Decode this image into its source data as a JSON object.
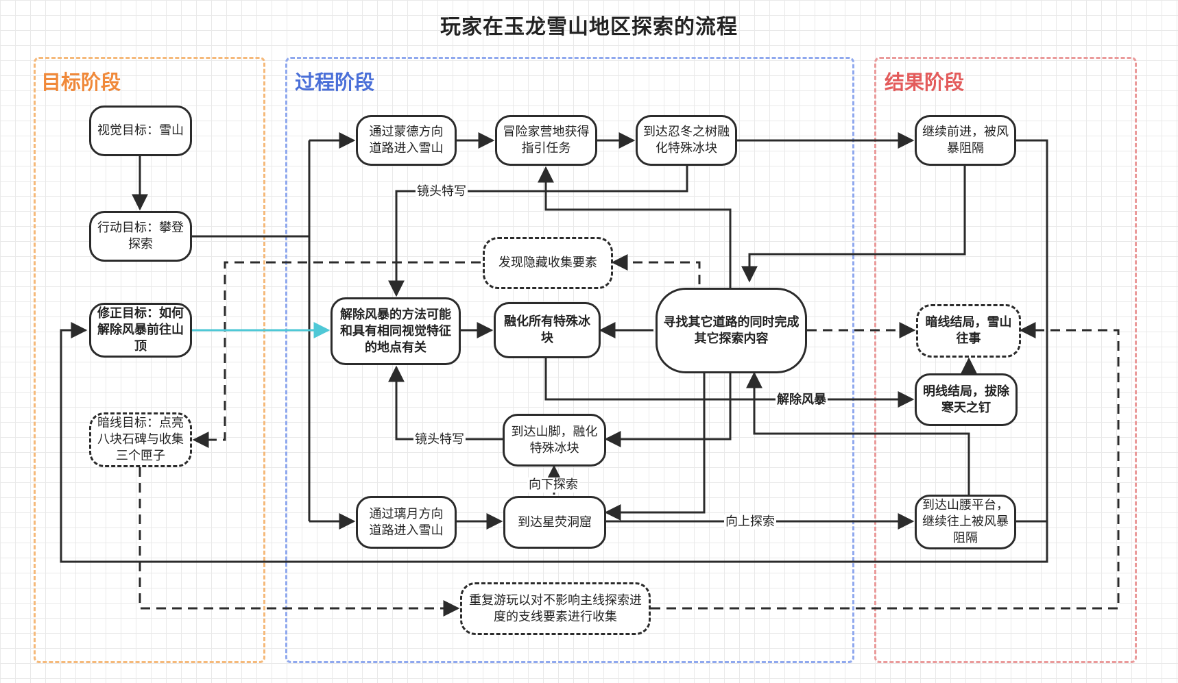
{
  "title": "玩家在玉龙雪山地区探索的流程",
  "lanes": {
    "goal": {
      "label": "目标阶段",
      "color": "#f5b97a",
      "label_color": "#f0893a"
    },
    "process": {
      "label": "过程阶段",
      "color": "#8fa8ee",
      "label_color": "#4a6fd8"
    },
    "result": {
      "label": "结果阶段",
      "color": "#ea9a9a",
      "label_color": "#e35b5b"
    }
  },
  "nodes": {
    "visual_goal": "视觉目标：雪山",
    "action_goal": "行动目标：攀登探索",
    "revise_goal": "修正目标：如何解除风暴前往山顶",
    "hidden_goal": "暗线目标：点亮八块石碑与收集三个匣子",
    "via_mondstadt": "通过蒙德方向道路进入雪山",
    "adventurer_camp": "冒险家营地获得指引任务",
    "frostbearing_tree": "到达忍冬之树融化特殊冰块",
    "discover_hidden": "发现隐藏收集要素",
    "storm_solution": "解除风暴的方法可能和具有相同视觉特征的地点有关",
    "melt_all": "融化所有特殊冰块",
    "find_other_paths": "寻找其它道路的同时完成其它探索内容",
    "reach_foot": "到达山脚，融化特殊冰块",
    "via_liyue": "通过璃月方向道路进入雪山",
    "star_cave": "到达星荧洞窟",
    "continue_blocked": "继续前进，被风暴阻隔",
    "hidden_ending": "暗线结局，雪山往事",
    "main_ending": "明线结局，拔除寒天之钉",
    "mid_platform": "到达山腰平台，继续往上被风暴阻隔",
    "repeat_play": "重复游玩以对不影响主线探索进度的支线要素进行收集"
  },
  "edge_labels": {
    "closeup_top": "镜头特写",
    "closeup_bottom": "镜头特写",
    "explore_down": "向下探索",
    "explore_up": "向上探索",
    "resolve_storm": "解除风暴"
  },
  "colors": {
    "line": "#2b2b2b",
    "highlight": "#4fc8d6"
  }
}
